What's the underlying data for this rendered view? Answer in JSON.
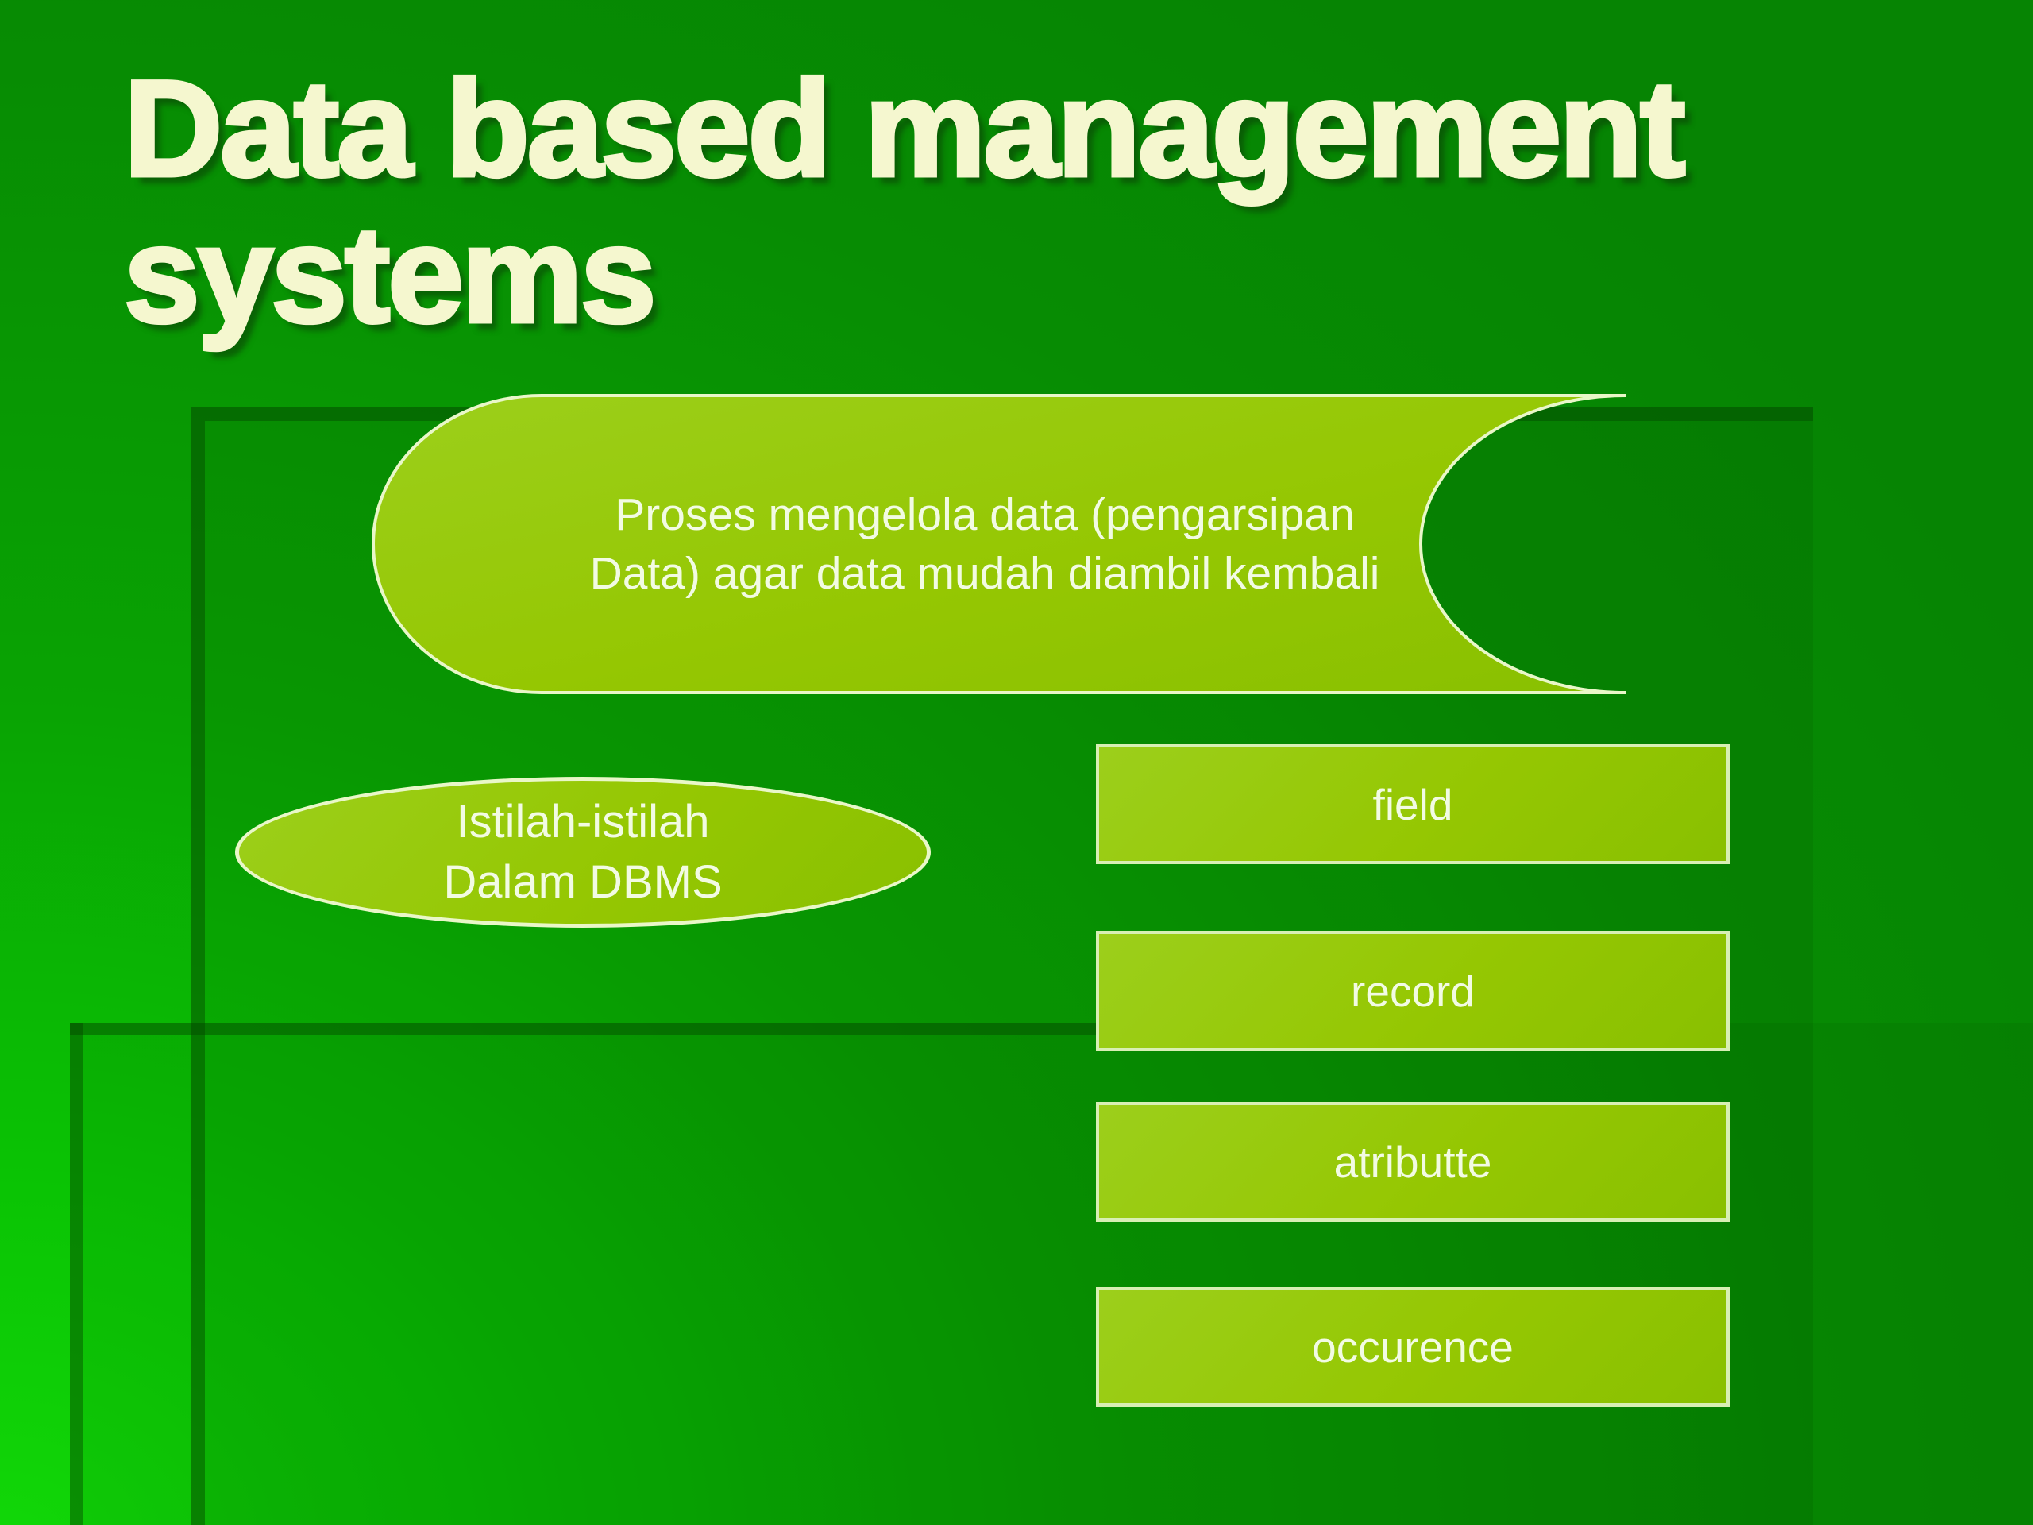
{
  "slide_title": {
    "line1": "Data based management",
    "line2": "systems"
  },
  "bubble": {
    "line1": "Proses mengelola data (pengarsipan",
    "line2": "Data) agar data mudah diambil kembali"
  },
  "ellipse_label": {
    "line1": "Istilah-istilah",
    "line2": "Dalam DBMS"
  },
  "terms": [
    {
      "label": "field"
    },
    {
      "label": "record"
    },
    {
      "label": "atributte"
    },
    {
      "label": "occurence"
    }
  ],
  "theme": {
    "bg_base": "#078c03",
    "bg_mid": "#09a303",
    "bg_bright": "#12d808",
    "shape_fill": "#95c702",
    "shape_fill_light": "#9ccf1b",
    "shape_fill_dark": "#89c001",
    "shape_outline": "#e9f7c8",
    "shape_text": "#f2fbe3",
    "title_color": "#f5f7cf",
    "panel_shade": "rgba(0,45,0,0.10)",
    "panel_edge": "rgba(5,70,0,0.45)"
  }
}
